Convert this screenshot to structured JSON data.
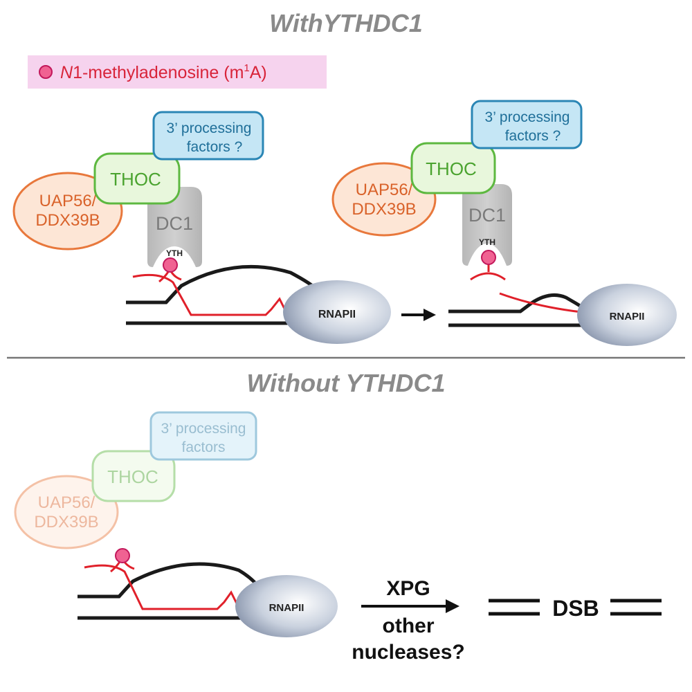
{
  "top_section": {
    "title": "WithYTHDC1",
    "legend": {
      "italic_part": "N",
      "label_rest": "1-methyladenosine (m",
      "superscript": "1",
      "label_end": "A)"
    },
    "left": {
      "processing_line1": "3’ processing",
      "processing_line2": "factors ?",
      "thoc": "THOC",
      "uap_line1": "UAP56/",
      "uap_line2": "DDX39B",
      "dc1": "DC1",
      "yth": "YTH",
      "rnapii": "RNAPII"
    },
    "right": {
      "processing_line1": "3’ processing",
      "processing_line2": "factors ?",
      "thoc": "THOC",
      "uap_line1": "UAP56/",
      "uap_line2": "DDX39B",
      "dc1": "DC1",
      "yth": "YTH",
      "rnapii": "RNAPII"
    }
  },
  "bottom_section": {
    "title": "Without YTHDC1",
    "processing_line1": "3’ processing",
    "processing_line2": "factors",
    "thoc": "THOC",
    "uap_line1": "UAP56/",
    "uap_line2": "DDX39B",
    "rnapii": "RNAPII",
    "arrow_top": "XPG",
    "arrow_bottom_line1": "other",
    "arrow_bottom_line2": "nucleases?",
    "dsb": "DSB"
  },
  "colors": {
    "title_gray": "#8a8a8a",
    "legend_bg": "#f6d3ee",
    "legend_text": "#d8243a",
    "m1a_fill": "#f06292",
    "rna_red": "#e0202a",
    "processing_fill": "#c5e6f5",
    "processing_stroke": "#2a86b5",
    "thoc_fill": "#e8f7dc",
    "thoc_stroke": "#5db840",
    "uap_fill": "#fde6d6",
    "uap_stroke": "#e8783c",
    "dc1_fill": "#c4c4c4"
  }
}
